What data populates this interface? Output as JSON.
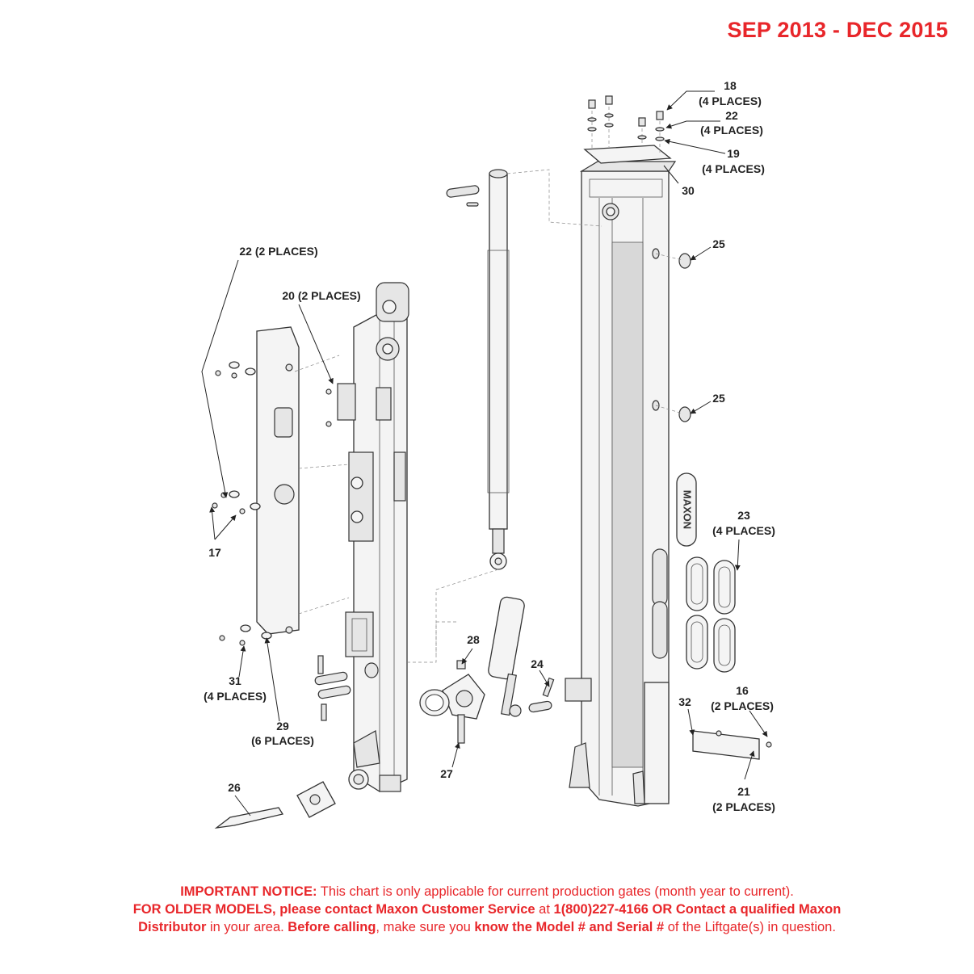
{
  "header": {
    "date_range": "SEP 2013 - DEC 2015"
  },
  "callouts": {
    "c18": "18",
    "c18b": "(4 PLACES)",
    "c22a": "22",
    "c22ab": "(4 PLACES)",
    "c19": "19",
    "c19b": "(4 PLACES)",
    "c30": "30",
    "c25a": "25",
    "c25b": "25",
    "c22b": "22 (2 PLACES)",
    "c20": "20 (2 PLACES)",
    "c17": "17",
    "c23": "23",
    "c23b": "(4 PLACES)",
    "c28": "28",
    "c24": "24",
    "c16": "16",
    "c16b": "(2 PLACES)",
    "c32": "32",
    "c31": "31",
    "c31b": "(4 PLACES)",
    "c29": "29",
    "c29b": "(6 PLACES)",
    "c27": "27",
    "c21": "21",
    "c21b": "(2 PLACES)",
    "c26": "26"
  },
  "logo": {
    "text": "MAXON"
  },
  "notice": {
    "l1_bold": "IMPORTANT NOTICE:",
    "l1_text": " This chart is only applicable for current production gates (month year to current).",
    "l2_bold1": "FOR OLDER MODELS, please contact Maxon Customer Service",
    "l2_text1": " at ",
    "l2_bold2": "1(800)227-4166 OR Contact a qualified Maxon",
    "l3_bold1": "Distributor",
    "l3_text1": " in your area. ",
    "l3_bold2": "Before calling",
    "l3_text2": ", make sure you ",
    "l3_bold3": "know the Model # and Serial #",
    "l3_text3": " of the Liftgate(s) in question."
  }
}
